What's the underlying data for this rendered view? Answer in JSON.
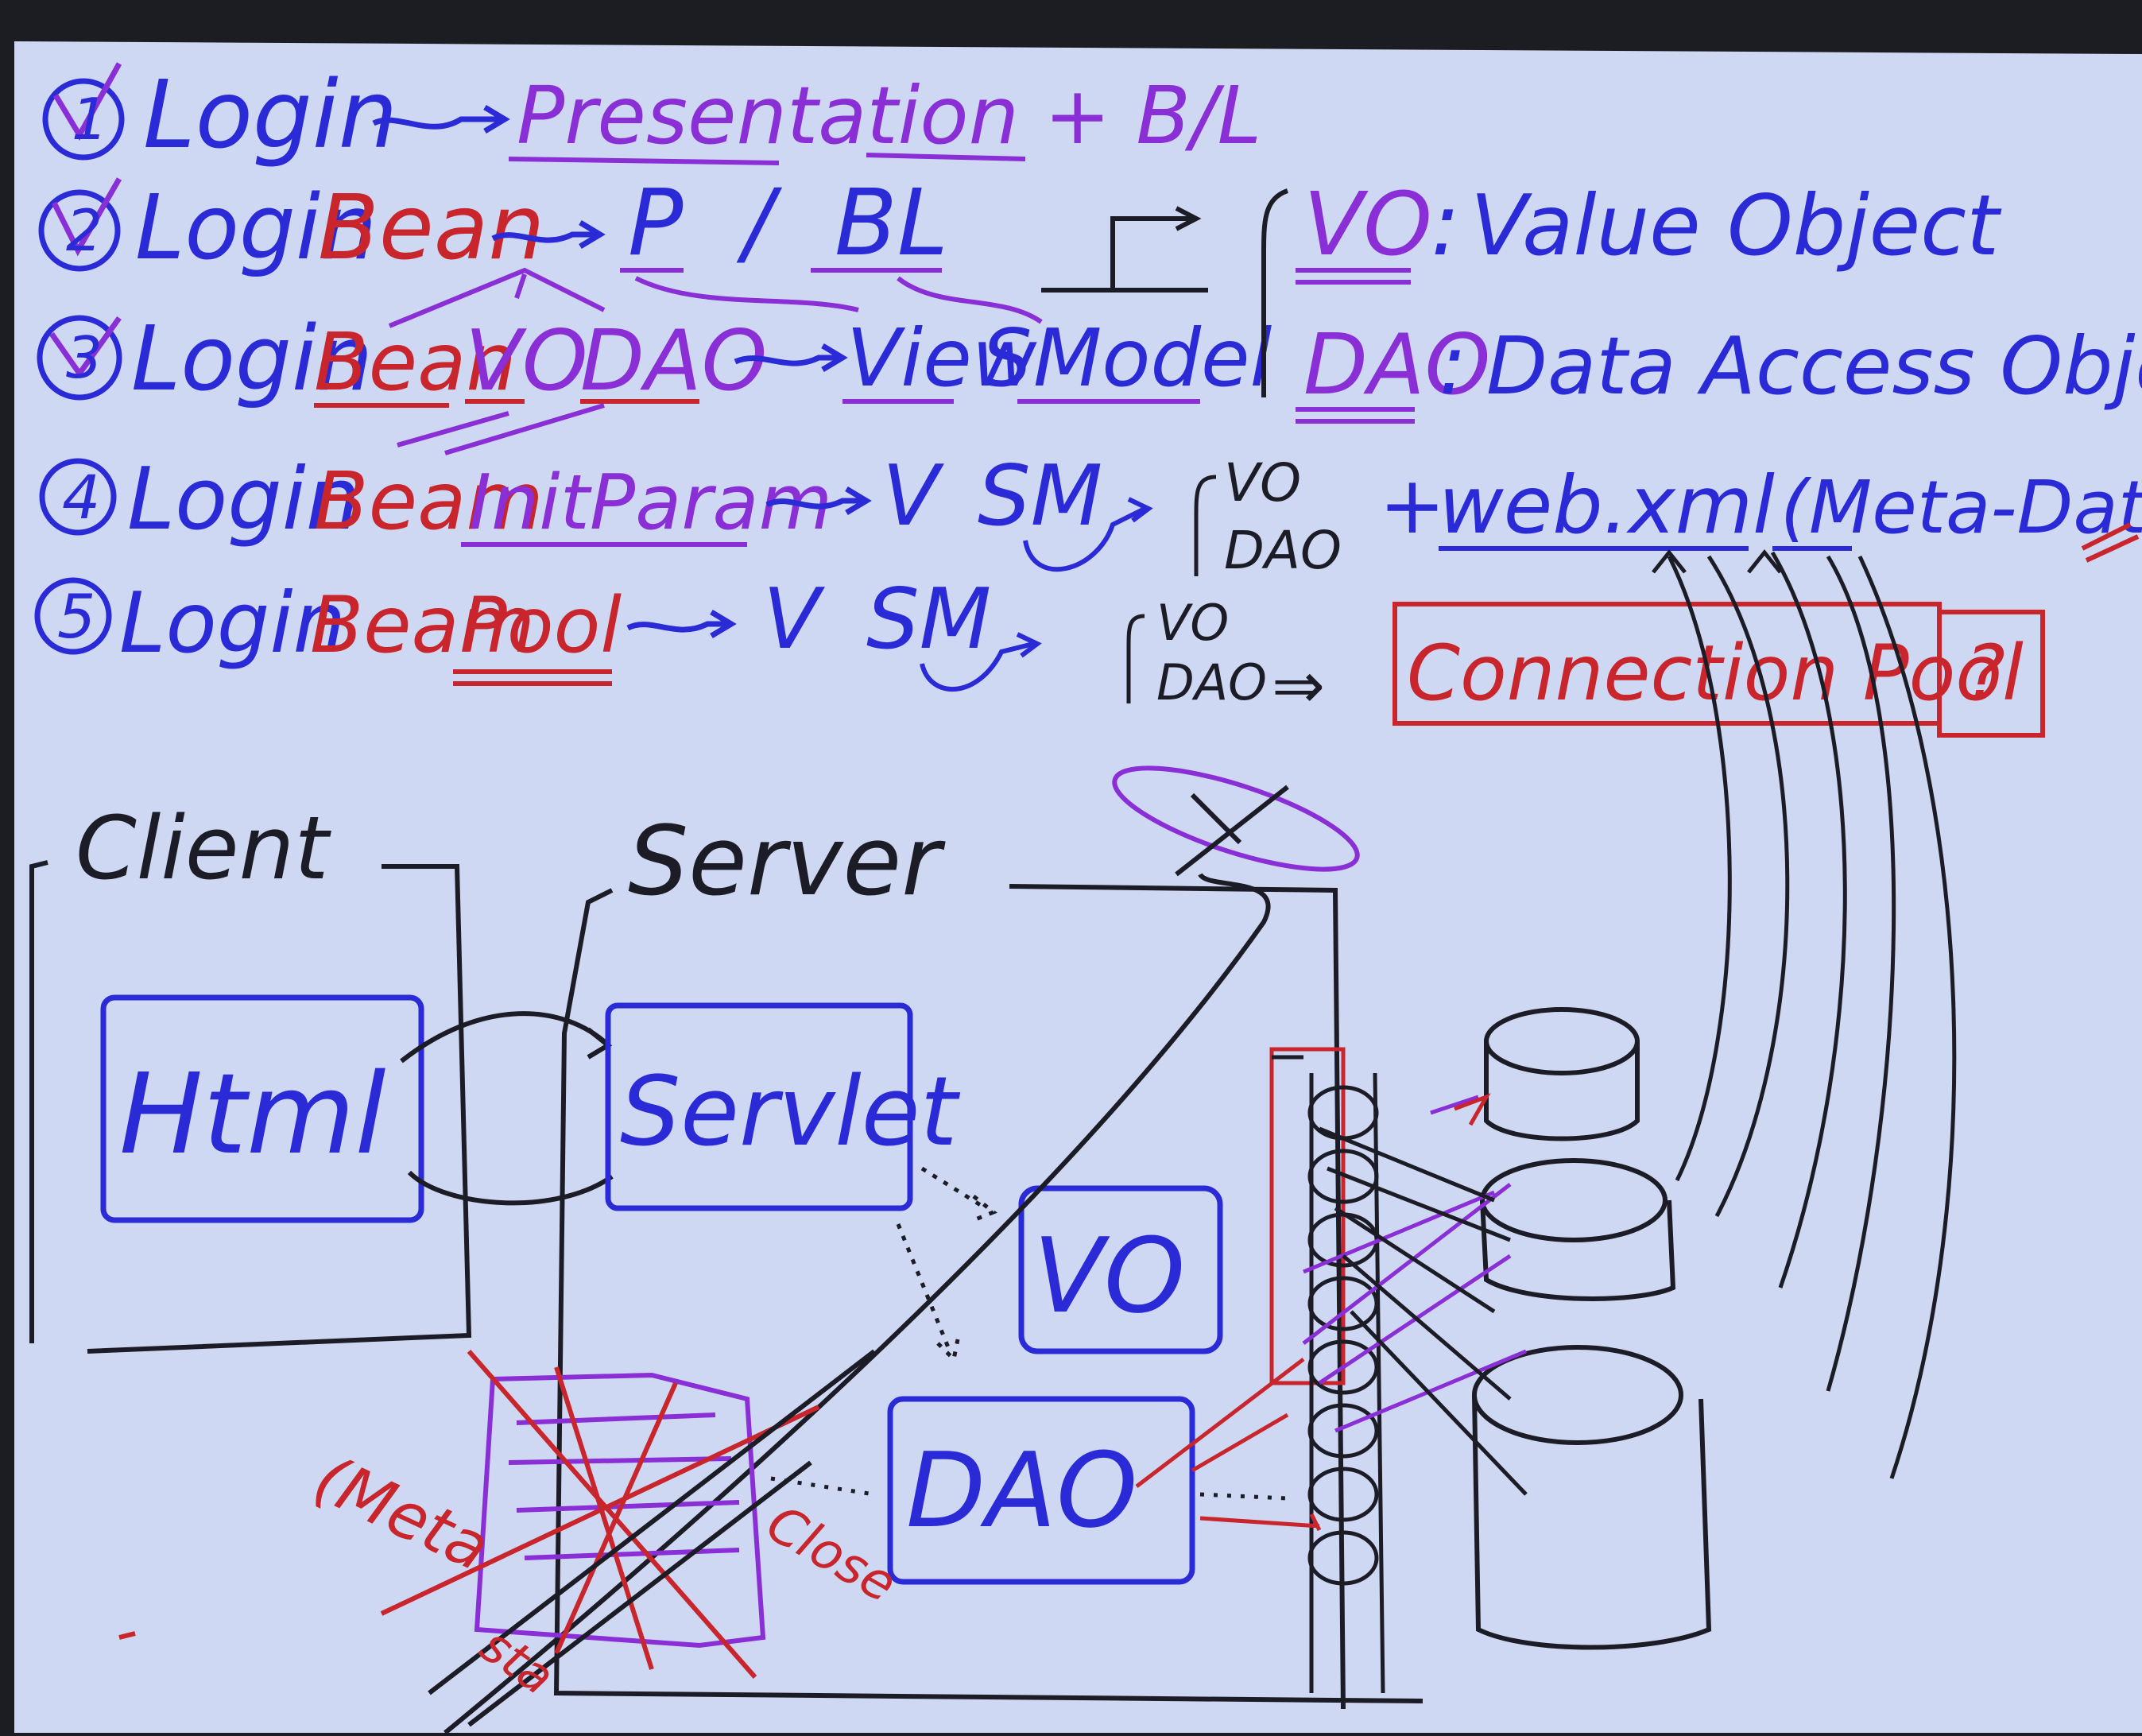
{
  "colors": {
    "board": "#cfd8f2",
    "blue": "#2a2ad6",
    "purple": "#8a2fd6",
    "red": "#c8252c",
    "black": "#1c1c26",
    "frame": "#1b1d22"
  },
  "notes": {
    "row1": {
      "num": "1",
      "word": "Login",
      "desc": "Presentation + B/L"
    },
    "row2": {
      "num": "2",
      "word": "Login",
      "bean": "Bean",
      "p": "P",
      "slash": "/",
      "bl": "BL"
    },
    "row3": {
      "num": "3",
      "word": "Login",
      "bean": "Bean",
      "vo": "VO",
      "dao": "DAO",
      "view": "View",
      "s": "S",
      "model": "Model"
    },
    "row4": {
      "num": "4",
      "word": "Login",
      "bean": "Beam",
      "initparam": "InitParam",
      "v": "V",
      "sm": "SM",
      "vo": "VO",
      "dao": "DAO",
      "plus": "+",
      "webxml": "web.xml",
      "metadata": "(Meta-Data"
    },
    "row5": {
      "num": "5",
      "word": "Login",
      "bean": "Beam",
      "pool": "Pool",
      "v": "V",
      "sm": "SM",
      "vo": "VO",
      "dao": "DAO",
      "arrow": "⇒",
      "connpool": "Connection Pool",
      "question": "?"
    },
    "defs": {
      "vo_abbr": "VO",
      "vo_colon": ":",
      "vo_full": "Value Object",
      "dao_abbr": "DAO",
      "dao_colon": ":",
      "dao_full": "Data Access Object"
    }
  },
  "diagram": {
    "client": "Client",
    "server": "Server",
    "html_box": "Html",
    "servlet_box": "Servlet",
    "vo_box": "VO",
    "dao_box": "DAO",
    "red_left": "(Meta",
    "red_bottom": "sta",
    "red_right": "Close"
  }
}
